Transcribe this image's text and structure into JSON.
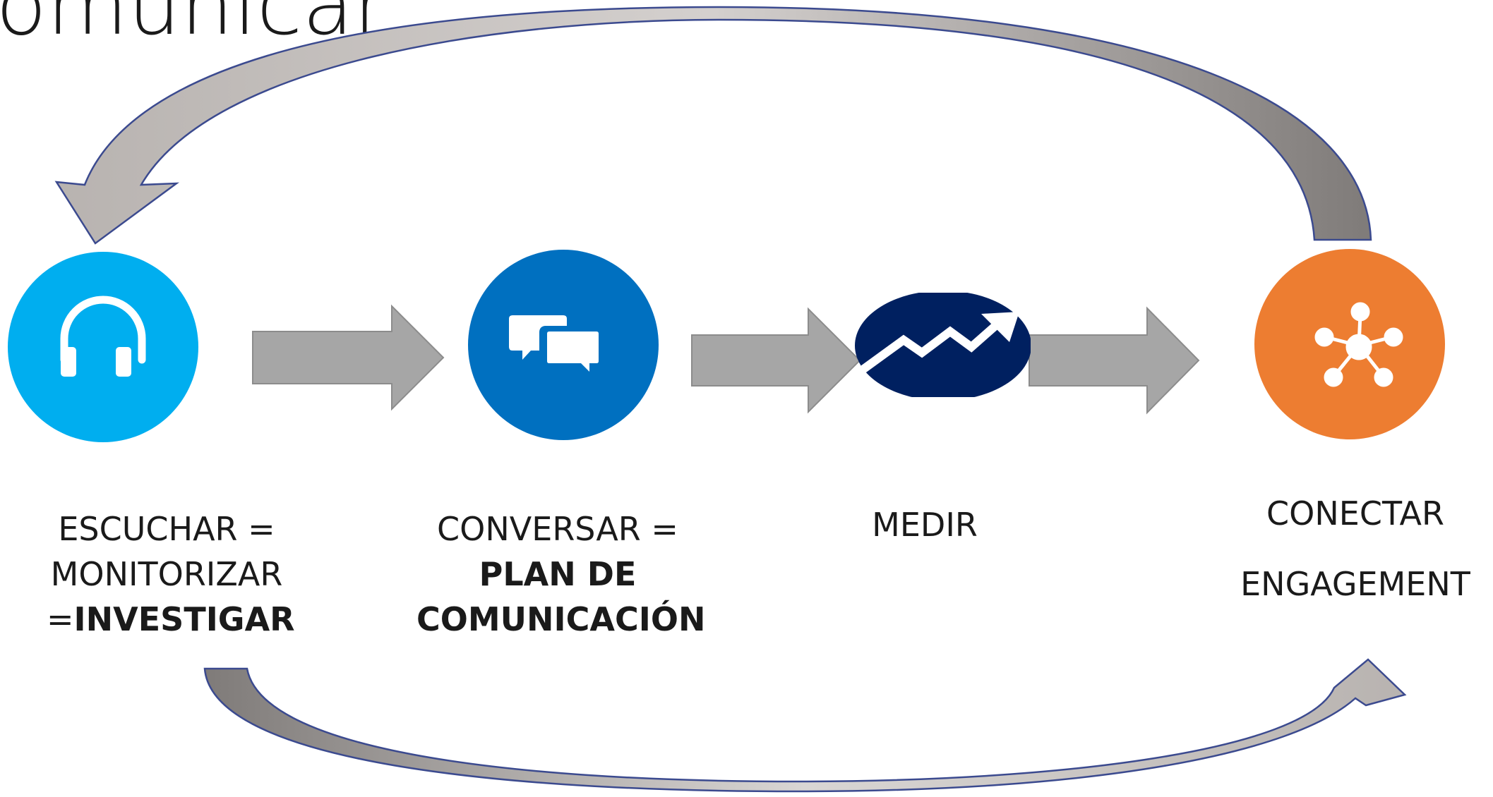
{
  "title_fragment": "omunicar",
  "colors": {
    "escuchar": "#00AEEF",
    "conversar": "#0070C0",
    "medir": "#002060",
    "conectar": "#ED7D31",
    "arrow_fill": "#A6A6A6",
    "arrow_stroke": "#8C8C8C",
    "curve_stroke": "#2F3E8C"
  },
  "steps": [
    {
      "id": "escuchar",
      "icon": "headphones-icon",
      "lines": [
        {
          "text": "ESCUCHAR ="
        },
        {
          "text": "MONITORIZAR"
        },
        {
          "prefix": "=",
          "bold": "INVESTIGAR"
        }
      ]
    },
    {
      "id": "conversar",
      "icon": "chat-bubbles-icon",
      "lines": [
        {
          "text": "CONVERSAR ="
        },
        {
          "bold": "PLAN DE"
        },
        {
          "bold": "COMUNICACIÓN"
        }
      ]
    },
    {
      "id": "medir",
      "icon": "trend-chart-icon",
      "lines": [
        {
          "text": "MEDIR"
        }
      ]
    },
    {
      "id": "conectar",
      "icon": "network-people-icon",
      "lines": [
        {
          "text": "CONECTAR"
        },
        {
          "text": "ENGAGEMENT"
        }
      ]
    }
  ]
}
